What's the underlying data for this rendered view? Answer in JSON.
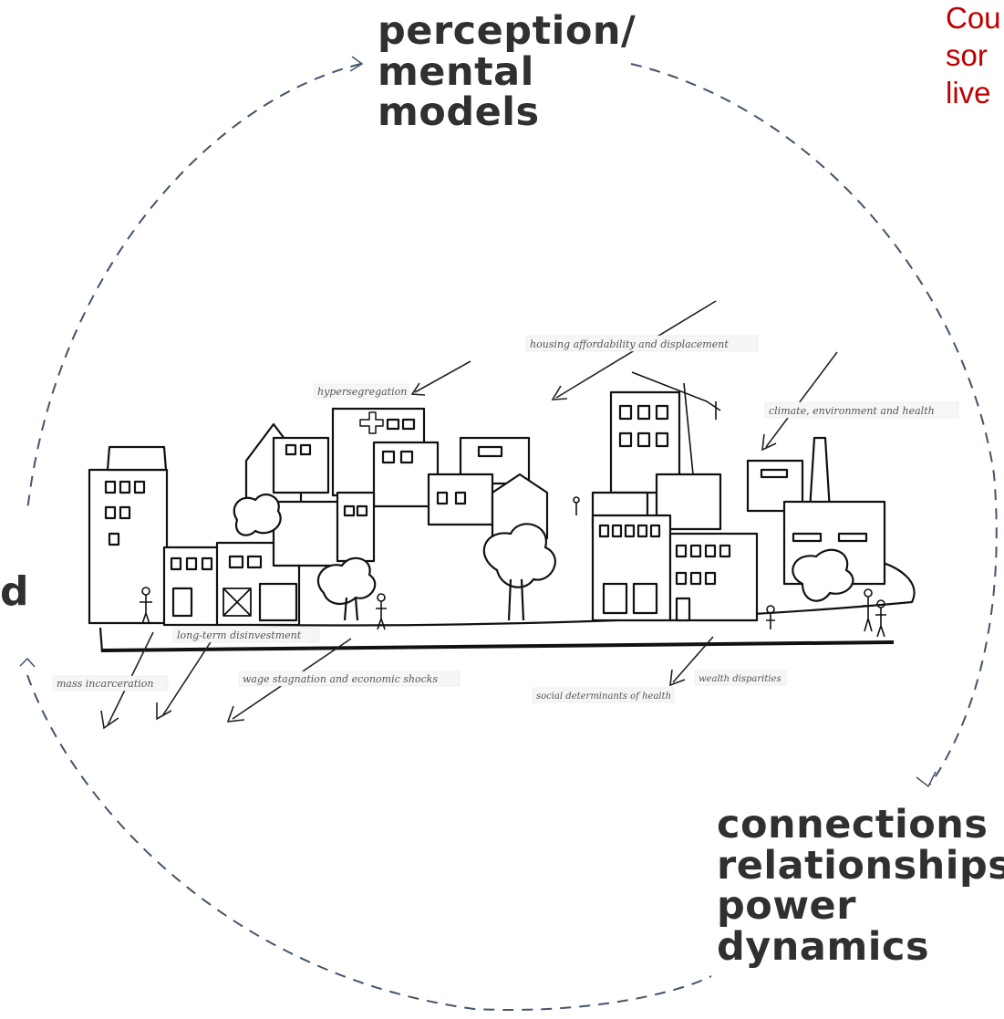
{
  "headings": {
    "perception": "perception/\nmental\nmodels",
    "connections": "connections\nrelationships\npower\ndynamics",
    "left_fragment": "d"
  },
  "note": "Cou\nsor\nlive",
  "illustration": {
    "labels": {
      "hypersegregation": "hypersegregation",
      "housing": "housing affordability and displacement",
      "climate": "climate, environment and health",
      "disinvestment": "long-term disinvestment",
      "incarceration": "mass incarceration",
      "wage": "wage stagnation and economic shocks",
      "social_determinants": "social determinants of health",
      "wealth": "wealth disparities"
    }
  },
  "colors": {
    "cycle_line": "#44546a",
    "heading": "#303030",
    "note": "#c00000"
  }
}
